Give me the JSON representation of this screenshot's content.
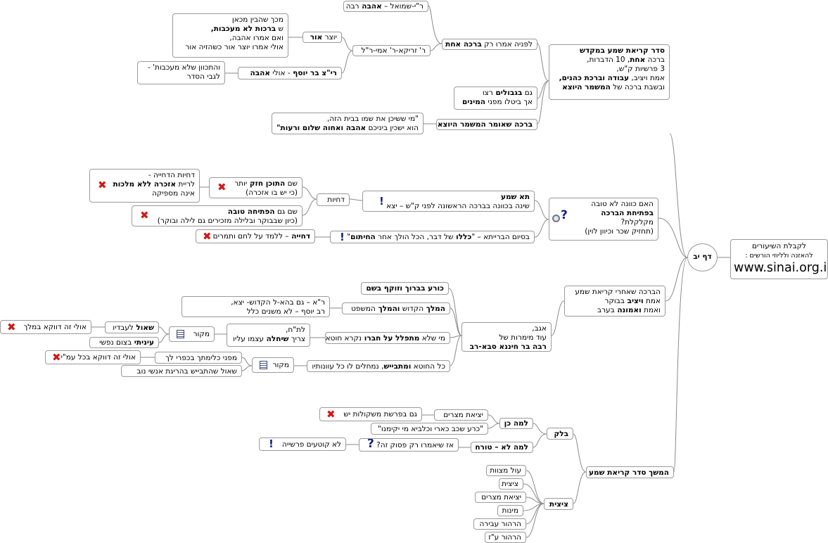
{
  "center": {
    "label": "דף יב"
  },
  "info": {
    "line1": "לקבלת השיעורים",
    "line2": "להאזנה ולליוזי הורשים :",
    "url": "www.sinai.org.il"
  },
  "b1": {
    "title": "סדר קריאת שמע במקדש",
    "l1a": "ברכה ",
    "l1b": "אחת",
    "l1c": ", 10 הדברות,",
    "l2": "3 פרשיות ק\"ש,",
    "l3a": "אמת ויציב, ",
    "l3b": "עבודה וברכת כהנים,",
    "l4a": "ובשבת ברכה של ",
    "l4b": "המשמר היוצא"
  },
  "achat": {
    "a": "לפניה אמרו רק ",
    "b": "ברכה אחת"
  },
  "shmuel": {
    "a": "ר\"י-שמואל – ",
    "b": "אהבה ",
    "c": "רבה"
  },
  "zrika": {
    "label": "ר' זריקא-ר' אמי-ר\"ל"
  },
  "yotzer": {
    "a": "יוצר ",
    "b": "אור"
  },
  "mikach": {
    "l1": "מכך שהבין מכאן",
    "l2a": "ש ",
    "l2b": "ברכות לא מעכבות,",
    "l3": "ואם אמרו אהבה,",
    "l4": "אולי אמרו יוצר אור כשהזיה אור"
  },
  "ritz": {
    "a": "רי\"צ בר יוסף ",
    "b": "- אולי ",
    "c": "אהבה"
  },
  "hitkaven": {
    "l1": "והתכוון שלא מעכבות' -",
    "l2": "לגבי הסדר"
  },
  "gam": {
    "l1a": "גם ",
    "l1b": "בגבולים ",
    "l1c": "רצו",
    "l2a": "אך ביטלו מפני ",
    "l2b": "המינים"
  },
  "mishmar": {
    "label": "ברכה שאומר המשמר היוצא"
  },
  "mi": {
    "l1": "\"מי ששיכן את שמו בבית הזה,",
    "l2a": "הוא ישכין ביניכם ",
    "l2b": "אהבה ואחוה שלום ורעות\""
  },
  "haim": {
    "l1": "האם כוונה לא טובה",
    "l2": "בפתיחת הברכה",
    "l3": "מקלקלת?",
    "l4": "(תחזיק שכר וכיוון לוין)"
  },
  "tash": {
    "a": "תא שמע",
    "b": "שינה בכוונה בברכה הראשונה לפני ק\"ש – יצא"
  },
  "dchiyot": {
    "label": "דחיות"
  },
  "tochen": {
    "a": "שם ",
    "b": "התוכן חזק ",
    "c": "יותר",
    "d": "(כי יש בו אזכרה)"
  },
  "dchiya1": {
    "l1": "דחיות הדחייה -",
    "l2a": "לריית ",
    "l2b": "אזכרה ללא מלכות",
    "l3": "אינה מספיקה"
  },
  "ptichah": {
    "a": "שם גם ",
    "b": "הפתיחה טובה",
    "c": "(כיון שבבוקר ובלילה מזכירים גם לילה ובוקר)"
  },
  "siyum": {
    "a": "בסיום הברייתא – \"",
    "b": "כללו ",
    "c": "של דבר, הכל הולך אחר ",
    "d": "החיתום",
    "e": "\""
  },
  "dchiya2": {
    "a": "דחייה ",
    "b": "– ללמד על לחם ותמרים"
  },
  "after": {
    "l1": "הברכה שאחרי קריאת שמע",
    "l2a": "אמת ",
    "l2b": "ויציב ",
    "l2c": "בבוקר",
    "l3a": "ואמת ",
    "l3b": "ואמונה ",
    "l3c": "בערב"
  },
  "agav": {
    "l1": "אגב,",
    "l2": "עוד מימרות של",
    "l3": "רבה בר חיננא סבא-רב"
  },
  "kora": {
    "label": "כורע בברוך וזוקף בשם"
  },
  "melech": {
    "a": "המלך ",
    "b": "הקדוש ",
    "c": "והמלך ",
    "d": "המשפט"
  },
  "ra": {
    "l1": "ר\"א – גם בהא-ל הקדוש- יצא,",
    "l2": "רב יוסף – לא משנים כלל"
  },
  "mitpalel": {
    "a": "מי שלא ",
    "b": "מתפלל על חברו ",
    "c": "נקרא חוטא"
  },
  "lat": {
    "l1": "לת\"ח,",
    "l2a": "צריך ",
    "l2b": "שיחלה ",
    "l2c": "עצמו עליו"
  },
  "makor1": {
    "label": "מקור"
  },
  "shaul1": {
    "a": "שאול ",
    "b": "לעבדיו"
  },
  "ulai1": {
    "label": "אולי זה דווקא במלך"
  },
  "eynai": {
    "a": "עיניתי ",
    "b": "בצום נפשי"
  },
  "kol": {
    "a": "כל החוטא ",
    "b": "ומתבייש",
    "c": ", נמחלים לו כל עוונותיו"
  },
  "makor2": {
    "label": "מקור"
  },
  "mipnei": {
    "label": "מפני כלימתך בכפרי לך"
  },
  "ulai2": {
    "label": "אולי זה דווקא בכל עמ\"י"
  },
  "shaul2": {
    "label": "שאול שהתבייש בהריגת אנשי נוב"
  },
  "hemshech": {
    "label": "המשך סדר קריאת שמע"
  },
  "balak": {
    "label": "בלק"
  },
  "lamaken": {
    "label": "למה כן"
  },
  "yetziat1": {
    "label": "יציאת מצרים"
  },
  "gam2": {
    "label": "גם בפרשת משקולות יש"
  },
  "kara": {
    "label": "\"כרע שכב כארי וכלביא מי יקימנו\""
  },
  "lamalo": {
    "label": "למה לא – טורח"
  },
  "az": {
    "label": "אז שיאמרו רק פסוק זה?"
  },
  "lo": {
    "label": "לא קוטעים פרשייה"
  },
  "tzitzit": {
    "label": "ציצית",
    "items": [
      "עול מצוות",
      "ציצית",
      "יציאת מצרים",
      "מינות",
      "הרהור עבירה",
      "הרהור ע\"ז"
    ]
  }
}
